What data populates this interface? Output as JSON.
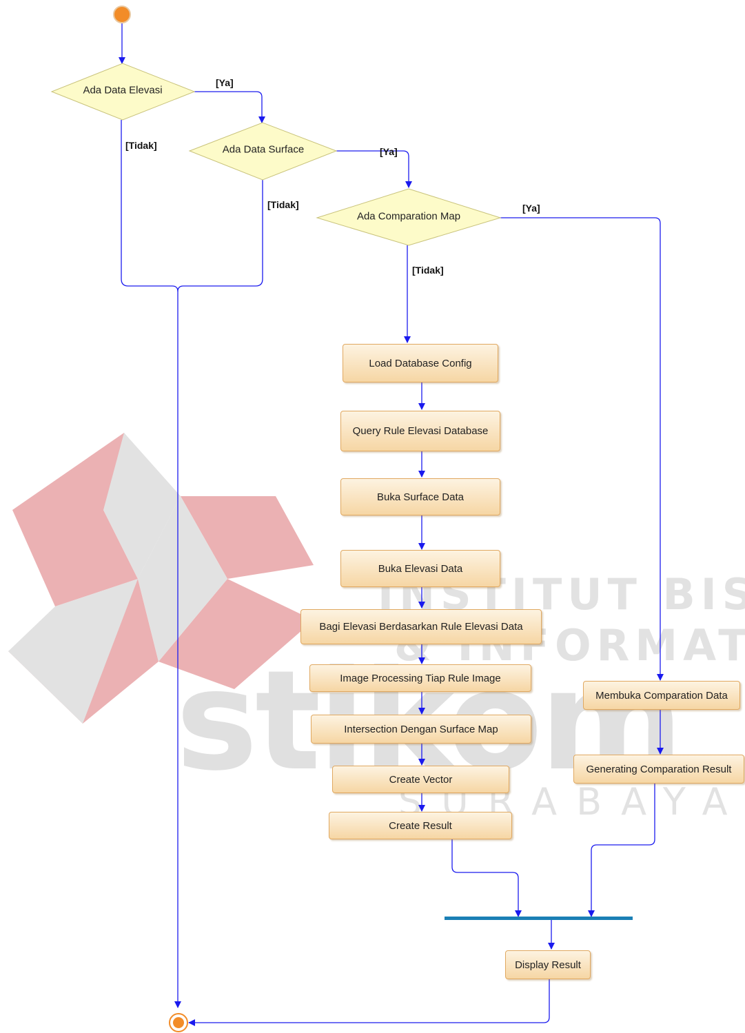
{
  "watermark": {
    "line1": "INSTITUT BISNIS",
    "line2": "& INFORMATIKA",
    "brand": "stikom",
    "city": "SURABAYA",
    "colors": {
      "red": "#e9a3a5",
      "gray": "#dcdcdc"
    }
  },
  "decisions": {
    "elevasi": "Ada Data Elevasi",
    "surface": "Ada Data Surface",
    "comparation": "Ada Comparation Map"
  },
  "guards": {
    "ya1": "[Ya]",
    "tidak1": "[Tidak]",
    "ya2": "[Ya]",
    "tidak2": "[Tidak]",
    "ya3": "[Ya]",
    "tidak3": "[Tidak]"
  },
  "activities": {
    "load_config": "Load Database Config",
    "query_rule": "Query Rule Elevasi Database",
    "buka_surface": "Buka Surface Data",
    "buka_elevasi": "Buka Elevasi Data",
    "bagi_elevasi": "Bagi Elevasi Berdasarkan Rule Elevasi Data",
    "image_processing": "Image Processing Tiap Rule Image",
    "intersection": "Intersection Dengan Surface Map",
    "create_vector": "Create Vector",
    "create_result": "Create Result",
    "membuka_comparation": "Membuka Comparation Data",
    "generating_comparation": "Generating Comparation Result",
    "display_result": "Display Result"
  },
  "colors": {
    "flow": "#1a1aee",
    "decision_fill": "#fdfbc9",
    "decision_stroke": "#c8c27a",
    "activity_border": "#e0a860",
    "node": "#f28c28",
    "sync_bar": "#1b7fb5"
  }
}
